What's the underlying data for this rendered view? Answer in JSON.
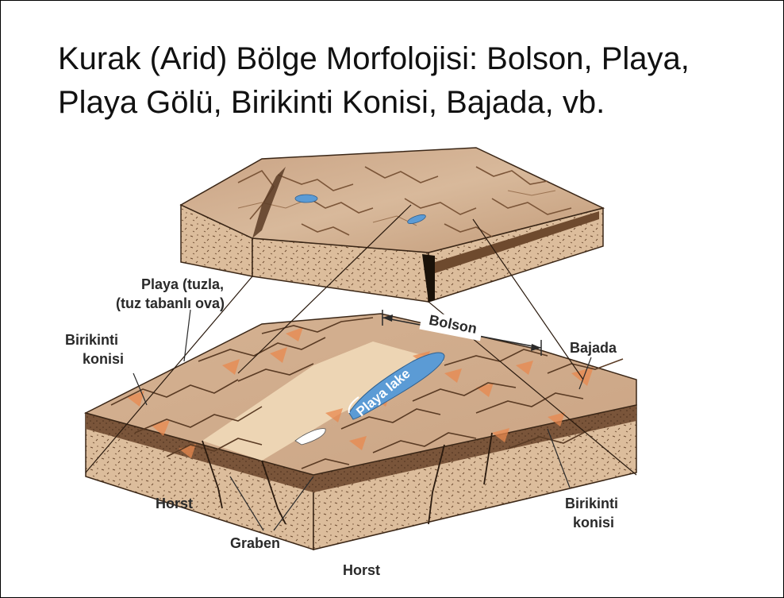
{
  "title": {
    "line1": "Kurak (Arid) Bölge Morfolojisi: Bolson, Playa,",
    "line2": "Playa Gölü, Birikinti Konisi, Bajada, vb."
  },
  "labels": {
    "playa_line1": "Playa (tuzla,",
    "playa_line2": "(tuz tabanlı ova)",
    "birikinti_left_line1": "Birikinti",
    "birikinti_left_line2": "konisi",
    "bolson": "Bolson",
    "bajada": "Bajada",
    "playa_lake": "Playa lake",
    "horst_left": "Horst",
    "graben": "Graben",
    "horst_bottom": "Horst",
    "birikinti_right_line1": "Birikinti",
    "birikinti_right_line2": "konisi"
  },
  "colors": {
    "terrain_top": "#d4ae8c",
    "terrain_dark": "#8a6446",
    "soil_side": "#d8b897",
    "soil_dark_band": "#6e4a2e",
    "fan_orange": "#e9894f",
    "lake_blue": "#5b9bd5"
  }
}
